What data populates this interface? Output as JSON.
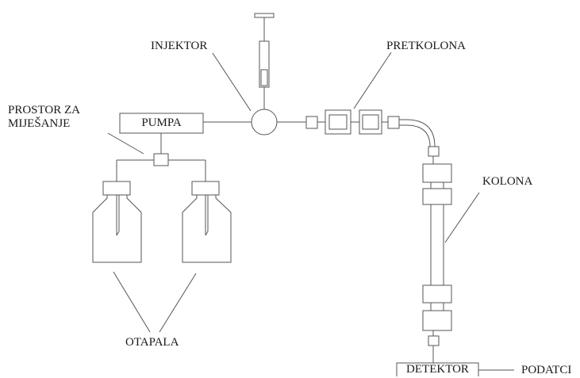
{
  "labels": {
    "injektor": "INJEKTOR",
    "pretkolona": "PRETKOLONA",
    "prostor_line1": "PROSTOR ZA",
    "prostor_line2": "MIJEŠANJE",
    "pumpa": "PUMPA",
    "kolona": "KOLONA",
    "otapala": "OTAPALA",
    "detektor": "DETEKTOR",
    "podatci": "PODATCI"
  },
  "colors": {
    "stroke": "#555555",
    "text": "#1a1a1a",
    "background": "#ffffff"
  }
}
